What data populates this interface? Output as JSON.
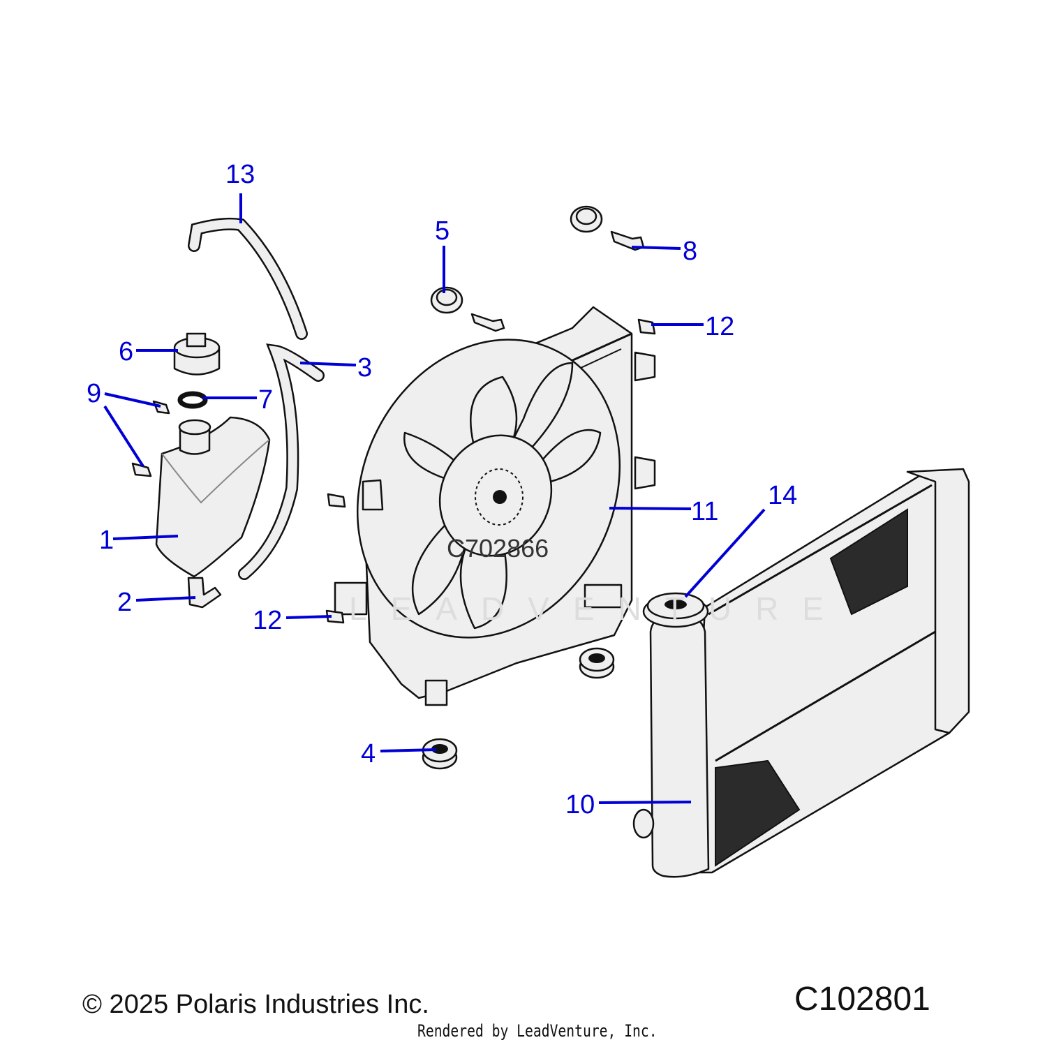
{
  "callouts": [
    {
      "id": "1",
      "text": "1"
    },
    {
      "id": "2",
      "text": "2"
    },
    {
      "id": "3",
      "text": "3"
    },
    {
      "id": "4",
      "text": "4"
    },
    {
      "id": "5",
      "text": "5"
    },
    {
      "id": "6",
      "text": "6"
    },
    {
      "id": "7",
      "text": "7"
    },
    {
      "id": "8",
      "text": "8"
    },
    {
      "id": "9",
      "text": "9"
    },
    {
      "id": "10",
      "text": "10"
    },
    {
      "id": "11",
      "text": "11"
    },
    {
      "id": "12a",
      "text": "12"
    },
    {
      "id": "12b",
      "text": "12"
    },
    {
      "id": "13",
      "text": "13"
    },
    {
      "id": "14",
      "text": "14"
    }
  ],
  "inner_code": "C702866",
  "watermark": "LEADVENTURE",
  "footer": {
    "copyright": "© 2025 Polaris Industries Inc.",
    "drawing_code": "C102801",
    "rendered_by": "Rendered by LeadVenture, Inc."
  },
  "colors": {
    "callout": "#0000d6",
    "line": "#111111",
    "fill": "#efefef"
  }
}
